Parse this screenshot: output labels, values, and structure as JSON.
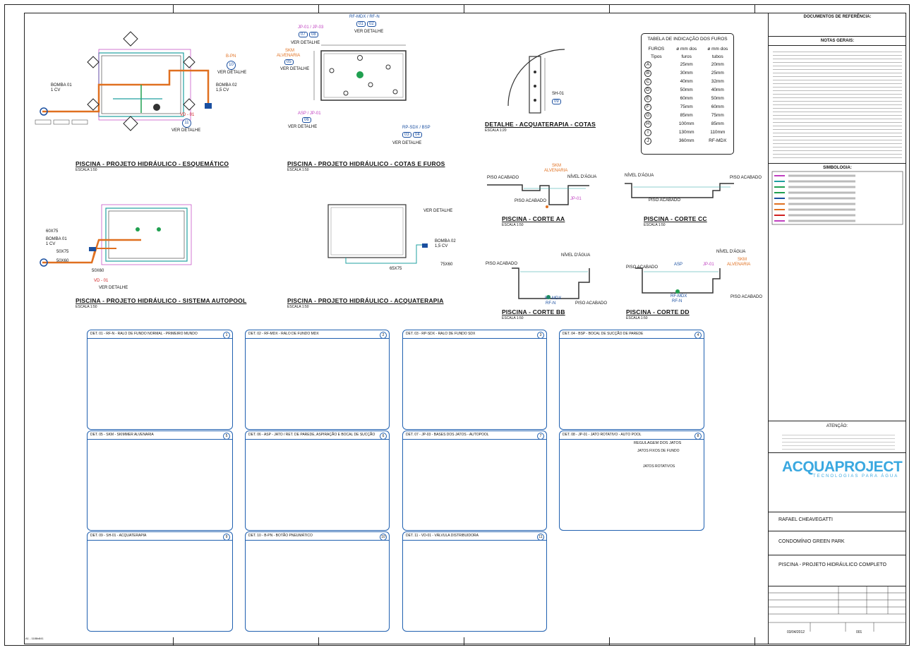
{
  "sheet": {
    "bottom_left_code": "A1 - 1188x841"
  },
  "drawings": {
    "esquematico": {
      "title": "PISCINA - PROJETO HIDRÁULICO - ESQUEMÁTICO",
      "scale": "ESCALA 1:50"
    },
    "cotas_furos": {
      "title": "PISCINA - PROJETO HIDRÁULICO - COTAS E FUROS",
      "scale": "ESCALA 1:50"
    },
    "autopool": {
      "title": "PISCINA - PROJETO HIDRÁULICO - SISTEMA AUTOPOOL",
      "scale": "ESCALA 1:50"
    },
    "acquaterapia": {
      "title": "PISCINA - PROJETO HIDRÁULICO - ACQUATERAPIA",
      "scale": "ESCALA 1:50"
    },
    "detalhe_acq": {
      "title": "DETALHE - ACQUATERAPIA - COTAS",
      "scale": "ESCALA 1:20"
    },
    "corte_aa": {
      "title": "PISCINA - CORTE AA",
      "scale": "ESCALA 1:50"
    },
    "corte_cc": {
      "title": "PISCINA - CORTE CC",
      "scale": "ESCALA 1:50"
    },
    "corte_bb": {
      "title": "PISCINA - CORTE BB",
      "scale": "ESCALA 1:50"
    },
    "corte_dd": {
      "title": "PISCINA - CORTE DD",
      "scale": "ESCALA 1:50"
    }
  },
  "labels": {
    "bomba01": "BOMBA 01",
    "bomba01_cv": "1 CV",
    "bomba02": "BOMBA 02",
    "bomba02_cv": "1,5 CV",
    "ver_detalhe": "VER DETALHE",
    "bpn": "B-PN",
    "vd01": "VD - 01",
    "n10": "10",
    "n11": "11",
    "rfmdx_rfn": "RF-MDX / RF-N",
    "n01": "01",
    "n02": "02",
    "jp01_jp03": "JP-01 / JP-03",
    "n07": "07",
    "n08": "08",
    "skm": "SKM",
    "alvenaria": "ALVENARIA",
    "n05": "05",
    "asp_jp01": "ASP / JP-01",
    "n06": "06",
    "rpsdx_bsp": "RP-SDX / BSP",
    "n03": "03",
    "n04": "04",
    "sh01": "SH-01",
    "n09": "09",
    "d60x75": "60X75",
    "d50x75": "50X75",
    "d50x60": "50X60",
    "d65x75": "65X75",
    "d75x60": "75X60",
    "piso_acabado": "PISO ACABADO",
    "nivel_agua": "NÍVEL D'ÁGUA",
    "rfn": "RF-N",
    "rfmdx": "RF-MDX",
    "asp": "ASP",
    "jp01": "JP-01"
  },
  "furos_table": {
    "title": "TABELA DE INDICAÇÃO DOS FUROS",
    "headers": [
      "FUROS Tipos",
      "ø mm dos furos",
      "ø mm dos tubos"
    ],
    "rows": [
      [
        "A",
        "25mm",
        "20mm"
      ],
      [
        "B",
        "30mm",
        "25mm"
      ],
      [
        "C",
        "40mm",
        "32mm"
      ],
      [
        "D",
        "50mm",
        "40mm"
      ],
      [
        "E",
        "60mm",
        "50mm"
      ],
      [
        "F",
        "75mm",
        "60mm"
      ],
      [
        "G",
        "85mm",
        "75mm"
      ],
      [
        "H",
        "100mm",
        "85mm"
      ],
      [
        "I",
        "130mm",
        "110mm"
      ],
      [
        "J",
        "360mm",
        "RF-MDX"
      ]
    ]
  },
  "details": [
    {
      "hdr": "DET. 01 - RF-N - RALO DE FUNDO NORMAL - PRIMEIRO MUNDO",
      "num": "1"
    },
    {
      "hdr": "DET. 02 - RF-MDX - RALO DE FUNDO MDX",
      "num": "2"
    },
    {
      "hdr": "DET. 03 - RP-SDX - RALO DE FUNDO SDX",
      "num": "3"
    },
    {
      "hdr": "DET. 04 - BSP - BOCAL DE SUCÇÃO DE PAREDE",
      "num": "4"
    },
    {
      "hdr": "DET. 05 - SKM - SKIMMER ALVENARIA",
      "num": "5"
    },
    {
      "hdr": "DET. 06 - ASP - JATO / RET. DE PAREDE, ASPIRAÇÃO E BOCAL DE SUCÇÃO",
      "num": "6"
    },
    {
      "hdr": "DET. 07 - JP-03 - BASES DOS JATOS - AUTOPOOL",
      "num": "7"
    },
    {
      "hdr": "DET. 08 - JP-01 - JATO ROTATIVO - AUTO POOL",
      "num": "8"
    },
    {
      "hdr": "DET. 09 - SH-01 - ACQUATERAPIA",
      "num": "9"
    },
    {
      "hdr": "DET. 10 - B-PN - BOTÃO PNEUMÁTICO",
      "num": "10"
    },
    {
      "hdr": "DET. 11 - VD-01 - VÁLVULA DISTRIBUIDORA",
      "num": "11"
    }
  ],
  "sidebar": {
    "doc_ref": "DOCUMENTOS DE REFERÊNCIA:",
    "notas_gerais": "NOTAS GERAIS:",
    "simbologia": "SIMBOLOGIA:",
    "atencao": "ATENÇÃO:",
    "regulagem": "REGULAGEM DOS JATOS",
    "jatos_fixos": "JATOS FIXOS DE FUNDO",
    "jatos_rotativos": "JATOS ROTATIVOS",
    "brand_main": "ACQUAPROJECT",
    "brand_sub": "TECNOLOGIAS PARA ÁGUA",
    "author": "RAFAEL CHEAVEGATTI",
    "client": "CONDOMÍNIO GREEN PARK",
    "project": "PISCINA - PROJETO HIDRÁULICO COMPLETO",
    "date": "03/04/2012",
    "sheet_no": "001"
  },
  "colors": {
    "pipe_orange": "#e07020",
    "pipe_green": "#20a050",
    "pipe_teal": "#20a0a0",
    "pipe_magenta": "#c040c0",
    "tag_blue": "#1a4fa0",
    "red": "#d02020",
    "detail_border": "#2060b0",
    "brand_blue": "#3aa8e0"
  }
}
